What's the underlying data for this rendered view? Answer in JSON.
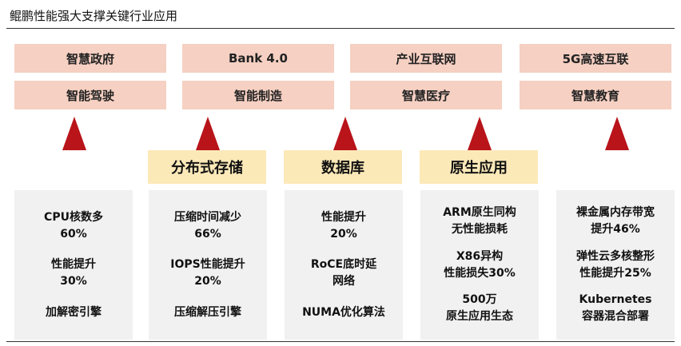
{
  "title": "鲲鹏性能强大支撑关键行业应用",
  "colors": {
    "app_box": "#f6d0c2",
    "triangle": "#b8141a",
    "category_box": "#fce9b8",
    "panel": "#f1f1f1"
  },
  "applications": [
    [
      "智慧政府",
      "智能驾驶"
    ],
    [
      "Bank 4.0",
      "智能制造"
    ],
    [
      "产业互联网",
      "智慧医疗"
    ],
    [
      "5G高速互联",
      "智慧教育"
    ]
  ],
  "categories": [
    "分布式存储",
    "数据库",
    "原生应用"
  ],
  "panels": [
    [
      [
        "CPU核数多",
        "60%"
      ],
      [
        "性能提升",
        "30%"
      ],
      [
        "加解密引擎"
      ]
    ],
    [
      [
        "压缩时间减少",
        "66%"
      ],
      [
        "IOPS性能提升",
        "20%"
      ],
      [
        "压缩解压引擎"
      ]
    ],
    [
      [
        "性能提升",
        "20%"
      ],
      [
        "RoCE底时延",
        "网络"
      ],
      [
        "NUMA优化算法"
      ]
    ],
    [
      [
        "ARM原生同构",
        "无性能损耗"
      ],
      [
        "X86异构",
        "性能损失30%"
      ],
      [
        "500万",
        "原生应用生态"
      ]
    ],
    [
      [
        "裸金属内存带宽",
        "提升46%"
      ],
      [
        "弹性云多核整形",
        "性能提升25%"
      ],
      [
        "Kubernetes",
        "容器混合部署"
      ]
    ]
  ]
}
